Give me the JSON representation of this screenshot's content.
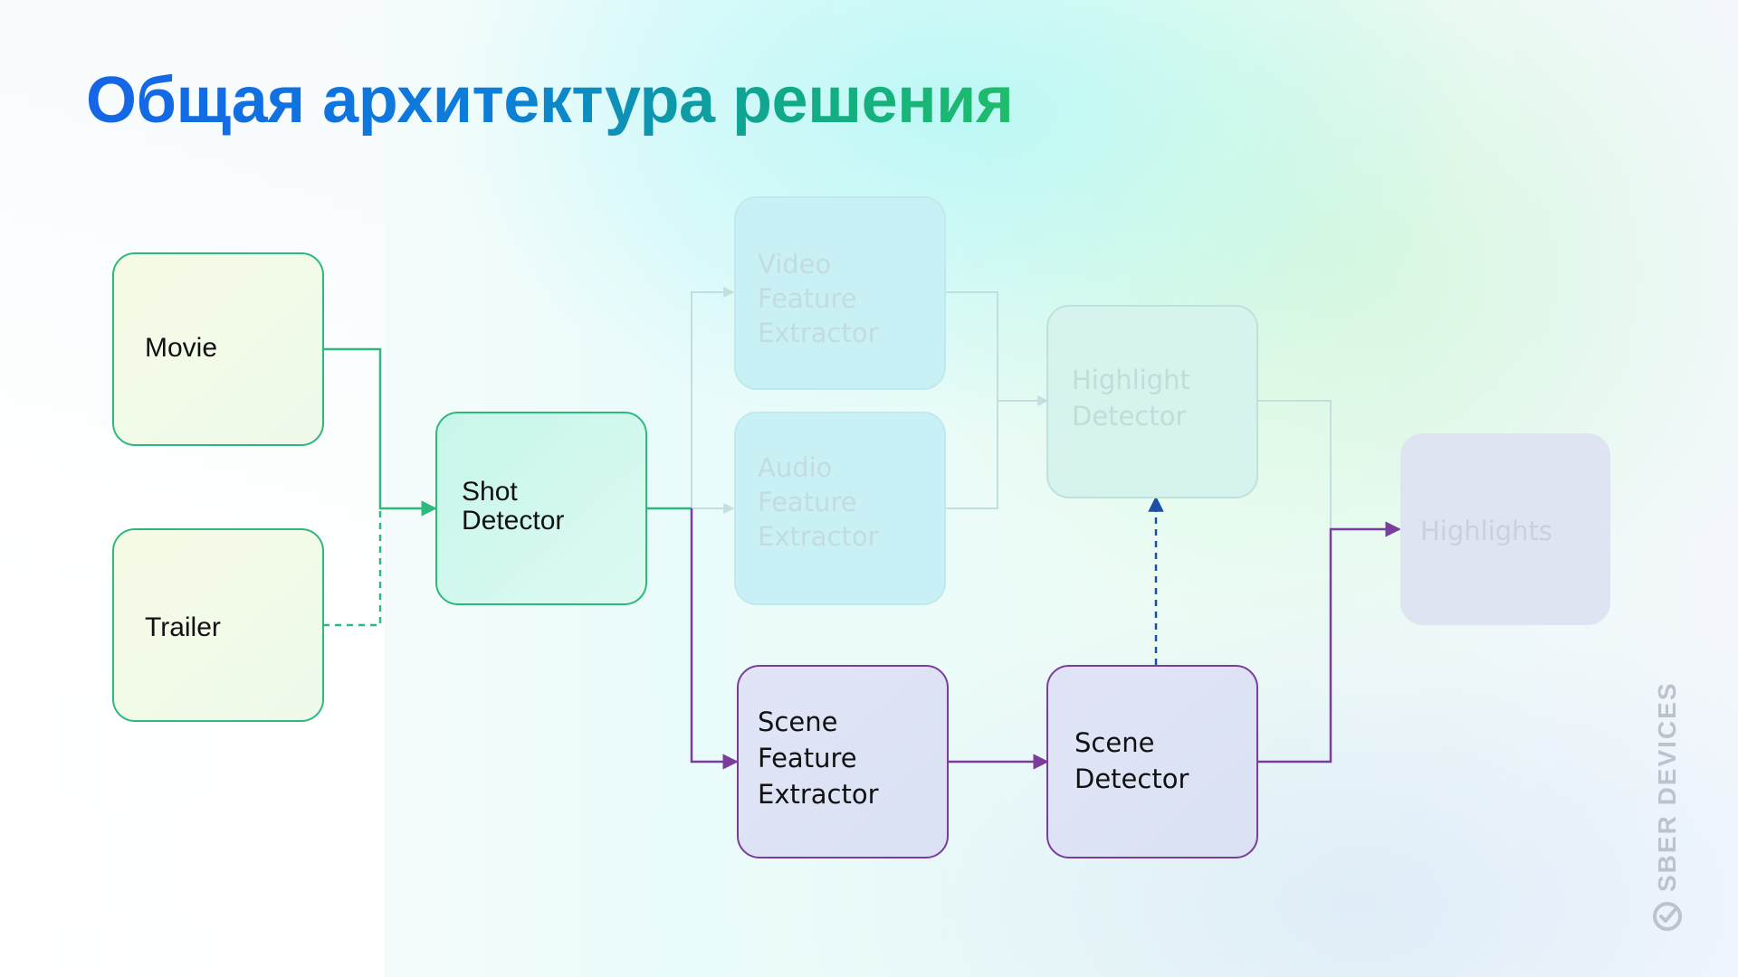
{
  "title": "Общая архитектура решения",
  "nodes": {
    "movie": {
      "label": "Movie",
      "state": "active",
      "color": "#2db87c"
    },
    "trailer": {
      "label": "Trailer",
      "state": "active",
      "color": "#2db87c"
    },
    "shot_detector": {
      "lines": [
        "Shot",
        "Detector"
      ],
      "state": "active",
      "color": "#2db87c"
    },
    "video_feature_extractor": {
      "lines": [
        "Video",
        "Feature",
        "Extractor"
      ],
      "state": "faded"
    },
    "audio_feature_extractor": {
      "lines": [
        "Audio",
        "Feature",
        "Extractor"
      ],
      "state": "faded"
    },
    "highlight_detector": {
      "lines": [
        "Highlight",
        "Detector"
      ],
      "state": "faded"
    },
    "highlights": {
      "label": "Highlights",
      "state": "faded"
    },
    "scene_feature_extractor": {
      "lines": [
        "Scene",
        "Feature",
        "Extractor"
      ],
      "state": "active",
      "color": "#7a3d9c"
    },
    "scene_detector": {
      "lines": [
        "Scene",
        "Detector"
      ],
      "state": "active",
      "color": "#7a3d9c"
    }
  },
  "edges": [
    {
      "from": "movie",
      "to": "shot_detector",
      "style": "solid",
      "color": "#2db87c"
    },
    {
      "from": "trailer",
      "to": "shot_detector",
      "style": "dashed",
      "color": "#2db87c"
    },
    {
      "from": "shot_detector",
      "to": "scene_feature_extractor",
      "style": "solid",
      "color": "#7a3d9c"
    },
    {
      "from": "shot_detector",
      "to": "video_feature_extractor",
      "style": "faded"
    },
    {
      "from": "shot_detector",
      "to": "audio_feature_extractor",
      "style": "faded"
    },
    {
      "from": "video_feature_extractor",
      "to": "highlight_detector",
      "style": "faded"
    },
    {
      "from": "audio_feature_extractor",
      "to": "highlight_detector",
      "style": "faded"
    },
    {
      "from": "scene_feature_extractor",
      "to": "scene_detector",
      "style": "solid",
      "color": "#7a3d9c"
    },
    {
      "from": "scene_detector",
      "to": "highlight_detector",
      "style": "dashed",
      "color": "#1d4fa8"
    },
    {
      "from": "scene_detector",
      "to": "highlights",
      "style": "solid",
      "color": "#7a3d9c"
    },
    {
      "from": "highlight_detector",
      "to": "highlights",
      "style": "faded"
    }
  ],
  "brand": {
    "name": "SBER DEVICES",
    "logo_icon": "sber-logo-icon",
    "color": "#bcc3cc"
  }
}
